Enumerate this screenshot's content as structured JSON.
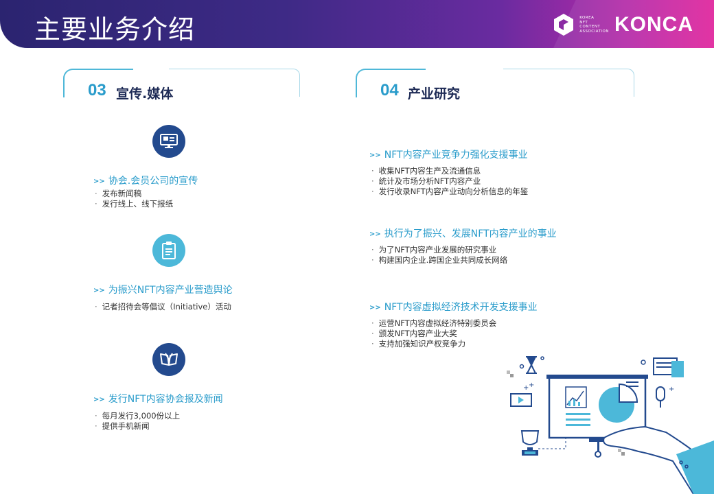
{
  "header": {
    "title": "主要业务介绍",
    "logo_small_lines": [
      "KOREA",
      "NFT",
      "CONTENT",
      "ASSOCIATION"
    ],
    "logo_brand": "KONCA"
  },
  "colors": {
    "accent": "#2a9ccb",
    "dark_blue": "#234a8e",
    "light_blue": "#4cb8d9",
    "header_start": "#2b2470",
    "header_end": "#e0239c"
  },
  "left": {
    "number": "03",
    "name": "宣传.媒体",
    "items": [
      {
        "icon": "monitor-icon",
        "arrows": ">>",
        "title": "协会.会员公司的宣传",
        "bullets": [
          "发布新闻稿",
          "发行线上、线下报纸"
        ]
      },
      {
        "icon": "document-icon",
        "arrows": ">>",
        "title": "为振兴NFT内容产业营造舆论",
        "bullets": [
          "记者招待会等倡议（Initiative）活动"
        ]
      },
      {
        "icon": "open-book-icon",
        "arrows": ">>",
        "title": "发行NFT内容协会报及新闻",
        "bullets": [
          "每月发行3,000份以上",
          "提供手机新闻"
        ]
      }
    ]
  },
  "right": {
    "number": "04",
    "name": "产业研究",
    "items": [
      {
        "arrows": ">>",
        "title": "NFT内容产业竞争力强化支援事业",
        "bullets": [
          "收集NFT内容生产及流通信息",
          "统计及市场分析NFT内容产业",
          "发行收录NFT内容产业动向分析信息的年鉴"
        ]
      },
      {
        "arrows": ">>",
        "title": "执行为了振兴、发展NFT内容产业的事业",
        "bullets": [
          "为了NFT内容产业发展的研究事业",
          "构建国内企业.跨国企业共同成长网络"
        ]
      },
      {
        "arrows": ">>",
        "title": "NFT内容虚拟经济技术开发支援事业",
        "bullets": [
          "运营NFT内容虚拟经济特别委员会",
          "颁发NFT内容产业大奖",
          "支持加强知识产权竞争力"
        ]
      }
    ]
  },
  "illustration": {
    "name": "presentation-illustration"
  }
}
